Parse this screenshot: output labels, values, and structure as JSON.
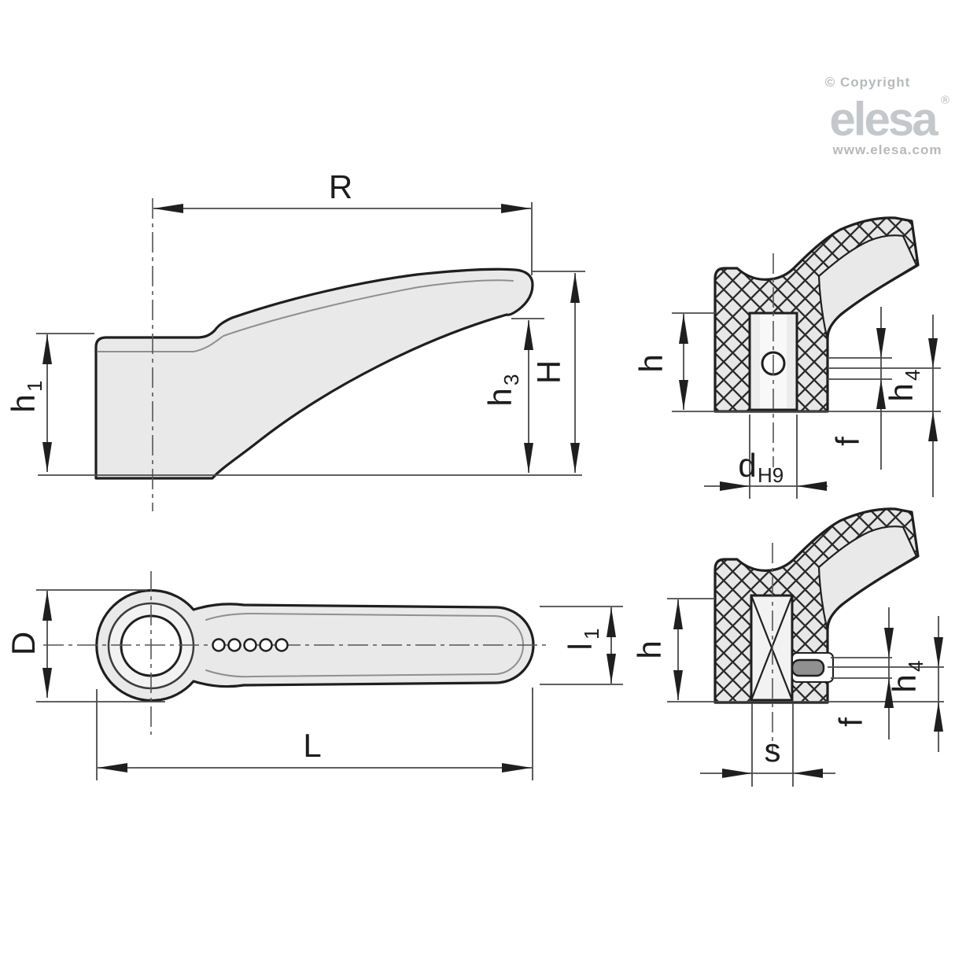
{
  "logo": {
    "copyright": "© Copyright",
    "brand": "elesa",
    "registered": "®",
    "website": "www.elesa.com"
  },
  "side_view": {
    "R": "R",
    "h1_main": "h",
    "h1_sub": "1",
    "h3_main": "h",
    "h3_sub": "3",
    "H": "H"
  },
  "section_top": {
    "h": "h",
    "f": "f",
    "h4_main": "h",
    "h4_sub": "4",
    "d_main": "d",
    "d_sub": "H9"
  },
  "plan_view": {
    "D": "D",
    "l1_main": "l",
    "l1_sub": "1",
    "L": "L"
  },
  "section_bottom": {
    "h": "h",
    "f": "f",
    "h4_main": "h",
    "h4_sub": "4",
    "s": "s"
  },
  "colors": {
    "outline": "#1f1f1f",
    "body_fill": "#e9e9e9",
    "dimension_line": "#4a4a4a",
    "logo_gray": "#c4c7cb",
    "pin_gray": "#909090"
  }
}
